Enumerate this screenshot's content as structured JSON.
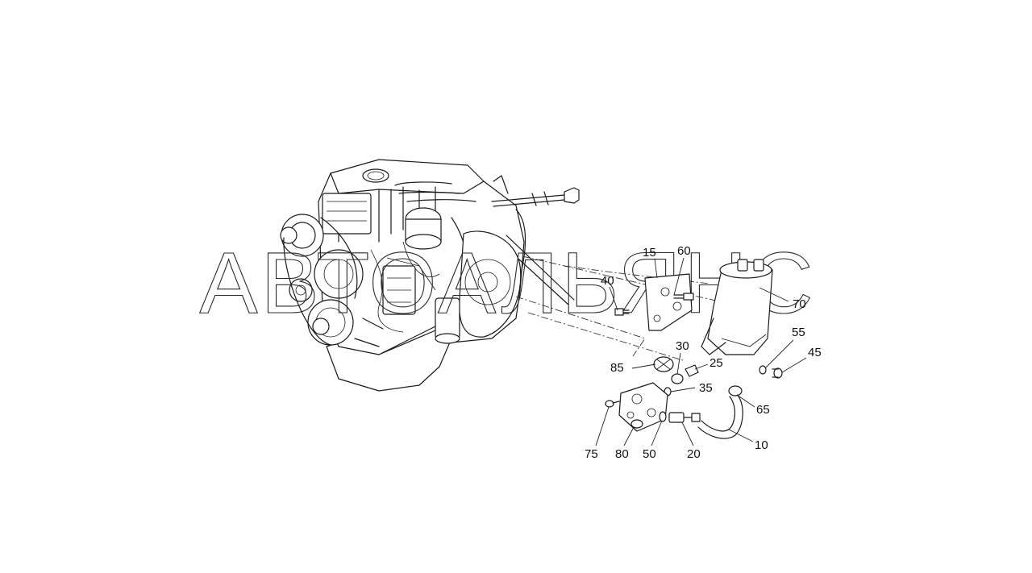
{
  "watermark": "АВТОАЛЬЯНС",
  "callouts": [
    {
      "id": "15",
      "text": "15"
    },
    {
      "id": "60",
      "text": "60"
    },
    {
      "id": "40",
      "text": "40"
    },
    {
      "id": "70",
      "text": "70"
    },
    {
      "id": "55",
      "text": "55"
    },
    {
      "id": "45",
      "text": "45"
    },
    {
      "id": "30",
      "text": "30"
    },
    {
      "id": "25",
      "text": "25"
    },
    {
      "id": "85",
      "text": "85"
    },
    {
      "id": "35",
      "text": "35"
    },
    {
      "id": "65",
      "text": "65"
    },
    {
      "id": "10",
      "text": "10"
    },
    {
      "id": "75",
      "text": "75"
    },
    {
      "id": "80",
      "text": "80"
    },
    {
      "id": "50",
      "text": "50"
    },
    {
      "id": "20",
      "text": "20"
    }
  ]
}
